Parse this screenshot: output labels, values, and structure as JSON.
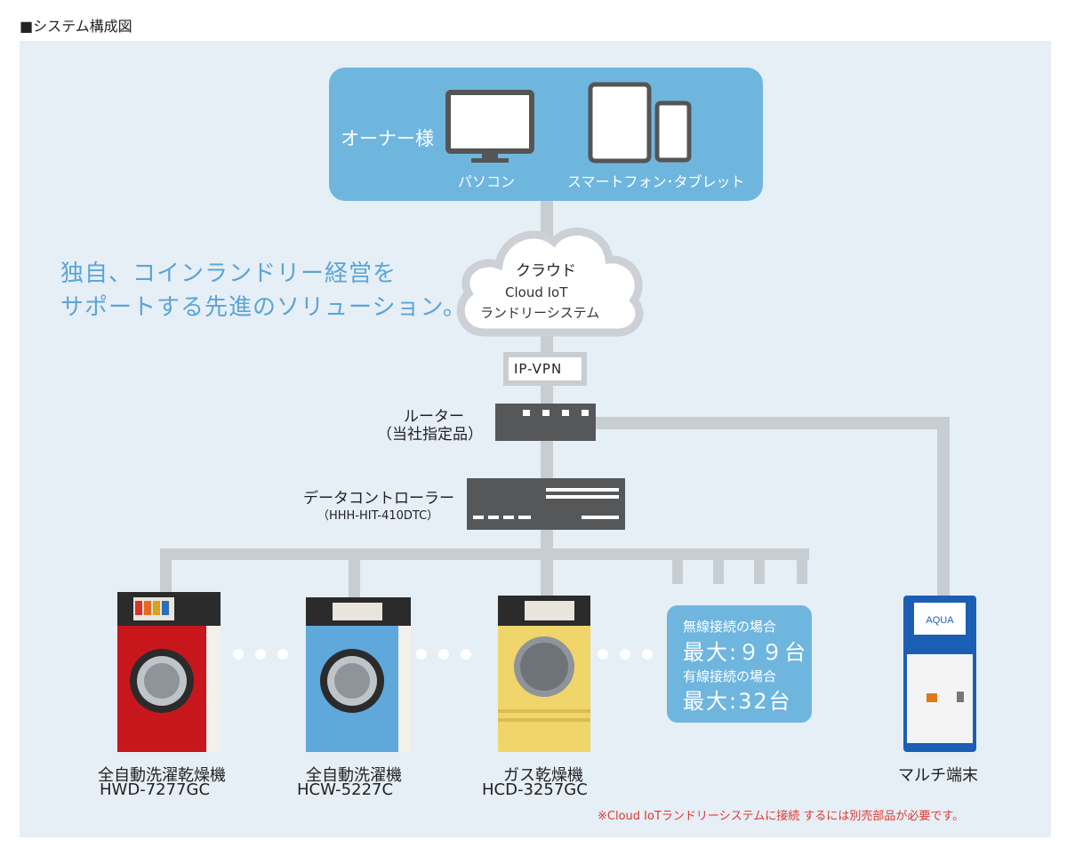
{
  "heading": "■システム構成図",
  "owner": {
    "label": "オーナー様",
    "pc_label": "パソコン",
    "mobile_label": "スマートフォン･タブレット"
  },
  "tagline": {
    "line1": "独自、コインランドリー経営を",
    "line2": "サポートする先進のソリューション。"
  },
  "cloud": {
    "title": "クラウド",
    "line1": "Cloud IoT",
    "line2": "ランドリーシステム"
  },
  "vpn_label": "IP-VPN",
  "router": {
    "name": "ルーター",
    "note": "（当社指定品）"
  },
  "controller": {
    "name": "データコントローラー",
    "model": "（HHH-HIT-410DTC）"
  },
  "capacity": {
    "wireless_label": "無線接続の場合",
    "wireless_max": "最大:９９台",
    "wired_label": "有線接続の場合",
    "wired_max": "最大:32台"
  },
  "machines": [
    {
      "name": "全自動洗濯乾燥機",
      "model": "HWD-7277GC",
      "color": "#c8161d"
    },
    {
      "name": "全自動洗濯機",
      "model": "HCW-5227C",
      "color": "#5ea8dc"
    },
    {
      "name": "ガス乾燥機",
      "model": "HCD-3257GC",
      "color": "#f0d56a"
    }
  ],
  "terminal": {
    "name": "マルチ端末",
    "brand": "AQUA",
    "color": "#1b5fb5"
  },
  "footnote": "※Cloud IoTランドリーシステムに接続 するには別売部品が必要です。"
}
